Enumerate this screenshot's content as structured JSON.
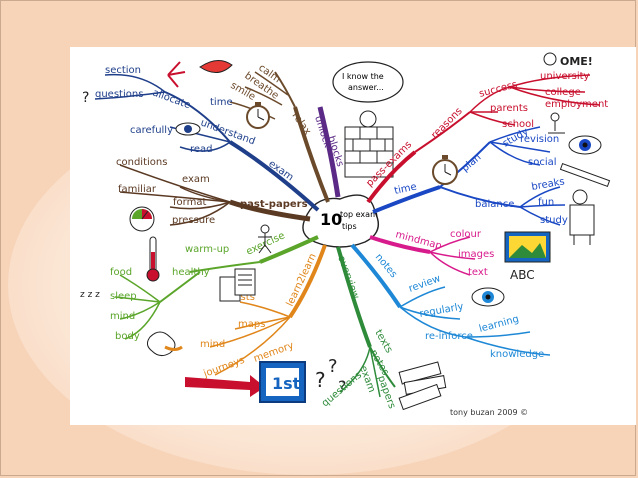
{
  "center": {
    "line1": "10",
    "line2": "top exam",
    "line3": "tips"
  },
  "speech_bubble": {
    "line1": "I know the",
    "line2": "answer..."
  },
  "ome_label": "OME!",
  "abc_label": "ABC",
  "first_label": "1st",
  "signature": "tony buzan 2009 ©",
  "branches": {
    "unlock_blocks": {
      "main1": "unlock",
      "main2": "blocks"
    },
    "relax": {
      "main": "relax",
      "sub": [
        "calm",
        "breathe",
        "smile",
        "time"
      ]
    },
    "exam": {
      "main": "exam",
      "sub": [
        "allocate",
        "section",
        "questions",
        "understand",
        "carefully",
        "read"
      ]
    },
    "past_papers": {
      "main": "past-papers",
      "sub": [
        "conditions",
        "exam",
        "familiar",
        "format",
        "pressure"
      ]
    },
    "pass_exams": {
      "main": "pass-exams",
      "reasons": "reasons",
      "sub": [
        "success",
        "university",
        "college",
        "parents",
        "employment",
        "school"
      ]
    },
    "time": {
      "main": "time",
      "plan": "plan",
      "sub": [
        "study",
        "revision",
        "social",
        "balance",
        "breaks",
        "fun",
        "study"
      ]
    },
    "mindmap": {
      "main": "mindmap",
      "sub": [
        "colour",
        "images",
        "text"
      ]
    },
    "exercise": {
      "main": "exercise",
      "warm_up": "warm-up",
      "healthy": "healthy",
      "sub": [
        "food",
        "sleep",
        "mind",
        "body"
      ]
    },
    "learn": {
      "main": "learn2learn",
      "sub": [
        "lists",
        "maps",
        "mind",
        "journeys",
        "memory"
      ]
    },
    "notes": {
      "main": "notes",
      "sub": [
        "review",
        "regularly",
        "re-inforce",
        "learning",
        "knowledge"
      ]
    },
    "overview": {
      "main": "overview",
      "sub": [
        "texts",
        "notes",
        "exam",
        "papers",
        "questions"
      ]
    }
  },
  "colors": {
    "slide_bg": "#f7d3b8",
    "relax_brown": "#6b4a2b",
    "exam_blue": "#1f3f8a",
    "pastpapers_brown": "#5b3a24",
    "pass_red": "#c8102e",
    "time_blue": "#1a48c4",
    "mindmap_magenta": "#d81b8c",
    "exercise_green": "#5aa52a",
    "learn_orange": "#e0861a",
    "notes_cyan": "#1e88d6",
    "overview_green": "#2e8b3a",
    "blocks_purple": "#5b2a86"
  }
}
